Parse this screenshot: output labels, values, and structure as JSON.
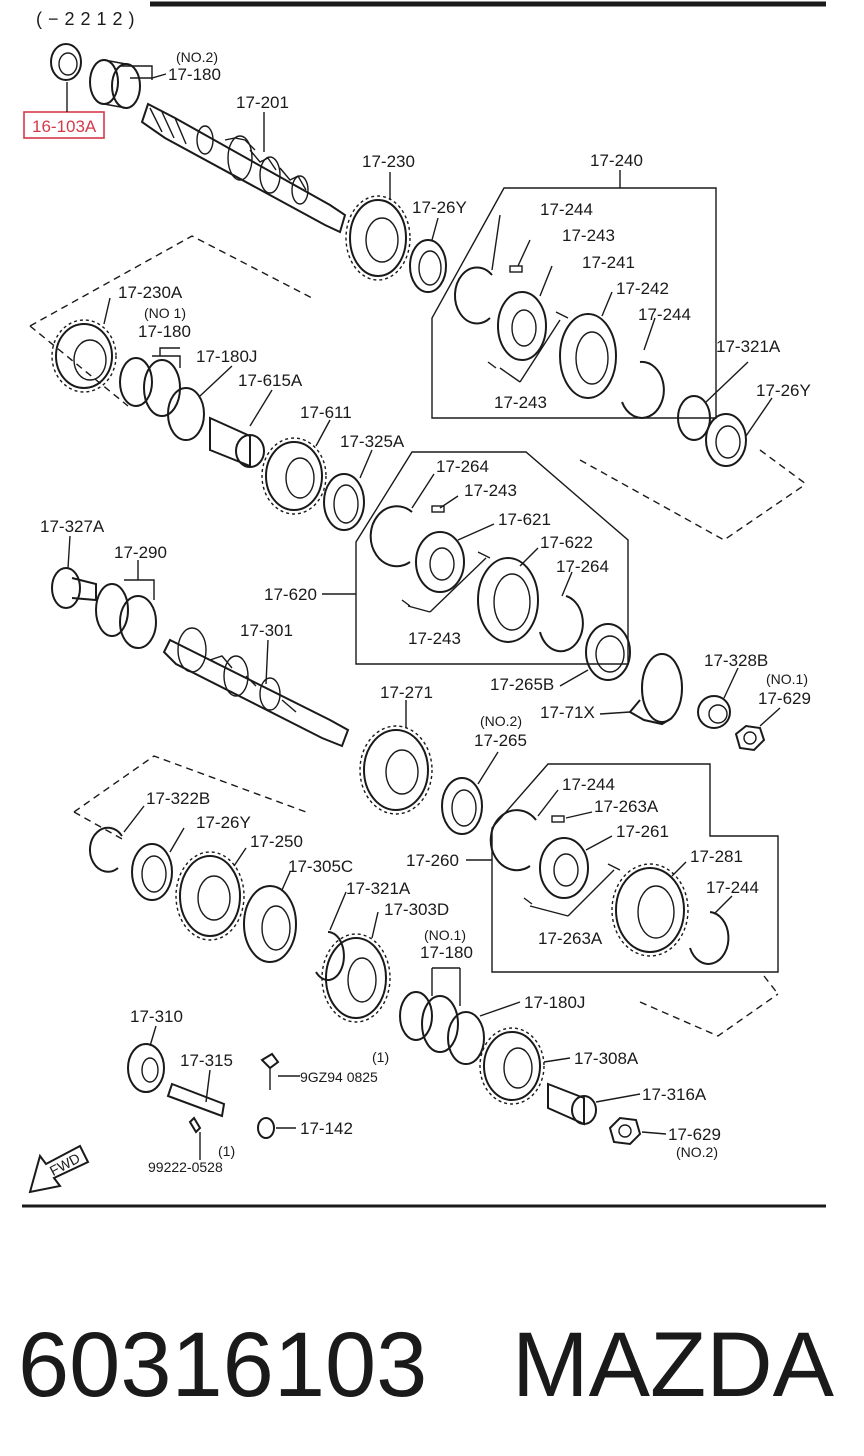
{
  "header": {
    "code": "(−2212)"
  },
  "highlight": {
    "label": "16-103A",
    "color": "#d23a4a"
  },
  "labels": {
    "no2_top": "(NO.2)",
    "l_17_180_top": "17-180",
    "l_17_201": "17-201",
    "l_17_230": "17-230",
    "l_17_240": "17-240",
    "l_17_26Y_a": "17-26Y",
    "l_17_244_a": "17-244",
    "l_17_243_a": "17-243",
    "l_17_241": "17-241",
    "l_17_242": "17-242",
    "l_17_244_b": "17-244",
    "l_17_243_b": "17-243",
    "l_17_230A": "17-230A",
    "no1_a": "(NO 1)",
    "l_17_180_a": "17-180",
    "l_17_180J_a": "17-180J",
    "l_17_615A": "17-615A",
    "l_17_611": "17-611",
    "l_17_325A": "17-325A",
    "l_17_321A_a": "17-321A",
    "l_17_26Y_b": "17-26Y",
    "l_17_264_a": "17-264",
    "l_17_243_c": "17-243",
    "l_17_621": "17-621",
    "l_17_622": "17-622",
    "l_17_264_b": "17-264",
    "l_17_620": "17-620",
    "l_17_243_d": "17-243",
    "l_17_327A": "17-327A",
    "l_17_290": "17-290",
    "l_17_301": "17-301",
    "l_17_265B": "17-265B",
    "l_17_328B": "17-328B",
    "no1_b": "(NO.1)",
    "l_17_629_a": "17-629",
    "l_17_71X": "17-71X",
    "l_17_271": "17-271",
    "no2_b": "(NO.2)",
    "l_17_265": "17-265",
    "l_17_322B": "17-322B",
    "l_17_26Y_c": "17-26Y",
    "l_17_250": "17-250",
    "l_17_305C": "17-305C",
    "l_17_321A_b": "17-321A",
    "l_17_303D": "17-303D",
    "l_17_244_c": "17-244",
    "l_17_263A_a": "17-263A",
    "l_17_261": "17-261",
    "l_17_260": "17-260",
    "l_17_281": "17-281",
    "l_17_244_d": "17-244",
    "l_17_263A_b": "17-263A",
    "no1_c": "(NO.1)",
    "l_17_180_b": "17-180",
    "l_17_180J_b": "17-180J",
    "l_17_310": "17-310",
    "l_17_315": "17-315",
    "qty_1_a": "(1)",
    "l_9GZ94": "9GZ94 0825",
    "l_17_308A": "17-308A",
    "l_17_316A": "17-316A",
    "l_17_142": "17-142",
    "qty_1_b": "(1)",
    "l_99222": "99222-0528",
    "l_17_629_b": "17-629",
    "no2_c": "(NO.2)",
    "fwd": "FWD"
  },
  "footer": {
    "part_number": "60316103",
    "brand": "MAZDA"
  }
}
